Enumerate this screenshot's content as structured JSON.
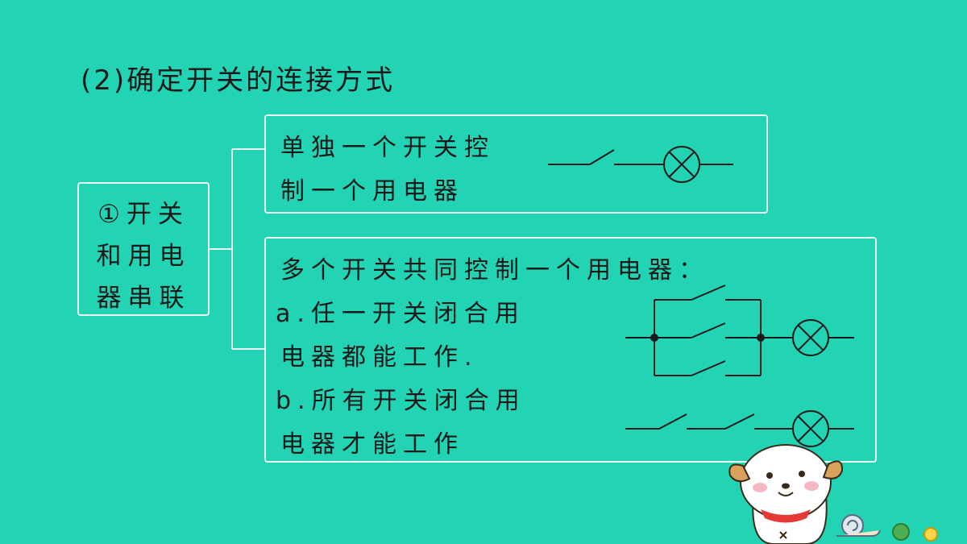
{
  "title": "(2)确定开关的连接方式",
  "left_box": {
    "line1": "①开关",
    "line2": "和用电",
    "line3": "器串联"
  },
  "case1": {
    "line1": "单独一个开关控",
    "line2": "制一个用电器"
  },
  "case2": {
    "heading": "多个开关共同控制一个用电器：",
    "a_line1": "a.任一开关闭合用",
    "a_line2": "电器都能工作.",
    "b_line1": "b.所有开关闭合用",
    "b_line2": "电器才能工作"
  },
  "colors": {
    "background": "#22d3b4",
    "text": "#1a1a1a",
    "border": "#eaf7f3"
  },
  "icons": [
    "switch-symbol",
    "lamp-symbol",
    "junction-dot",
    "puppy-mascot",
    "snail-icon"
  ]
}
